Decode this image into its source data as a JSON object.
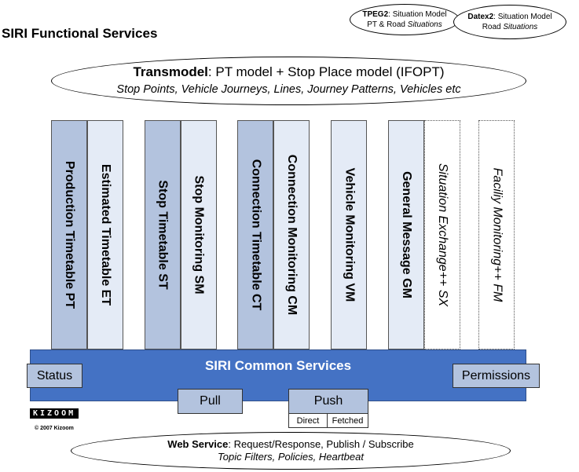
{
  "title": "SIRI Functional Services",
  "tpeg2": {
    "name": "TPEG2",
    "text1": ": Situation Model",
    "text2a": "PT & Road ",
    "text2b": "Situations"
  },
  "datex2": {
    "name": "Datex2",
    "text1": ": Situation Model",
    "text2a": "Road ",
    "text2b": "Situations"
  },
  "transmodel": {
    "name": "Transmodel",
    "text1": ": PT model + Stop Place model (IFOPT)",
    "line2": "Stop Points, Vehicle Journeys, Lines, Journey Patterns, Vehicles etc"
  },
  "services": [
    {
      "label": "Production Timetable PT"
    },
    {
      "label": "Estimated Timetable ET"
    },
    {
      "label": "Stop Timetable ST"
    },
    {
      "label": "Stop Monitoring SM"
    },
    {
      "label": "Connection Timetable CT"
    },
    {
      "label": "Connection Monitoring CM"
    },
    {
      "label": "Vehicle Monitoring VM"
    },
    {
      "label": "General Message GM"
    },
    {
      "label": "Situation Exchange++ SX"
    },
    {
      "label": "Faciliy Monitoring++ FM"
    }
  ],
  "common": {
    "label": "SIRI Common Services",
    "status": "Status",
    "permissions": "Permissions",
    "pull": "Pull",
    "push": "Push",
    "direct": "Direct",
    "fetched": "Fetched"
  },
  "logo": {
    "text": "KIZOOM",
    "copyright": "© 2007 Kizoom"
  },
  "web_service": {
    "name": "Web Service",
    "text1": ": Request/Response, Publish / Subscribe",
    "line2": "Topic Filters, Policies, Heartbeat"
  },
  "colors": {
    "common_bar": "#4472c4",
    "column_dark": "#b3c3de",
    "column_light": "#e4ebf6"
  }
}
